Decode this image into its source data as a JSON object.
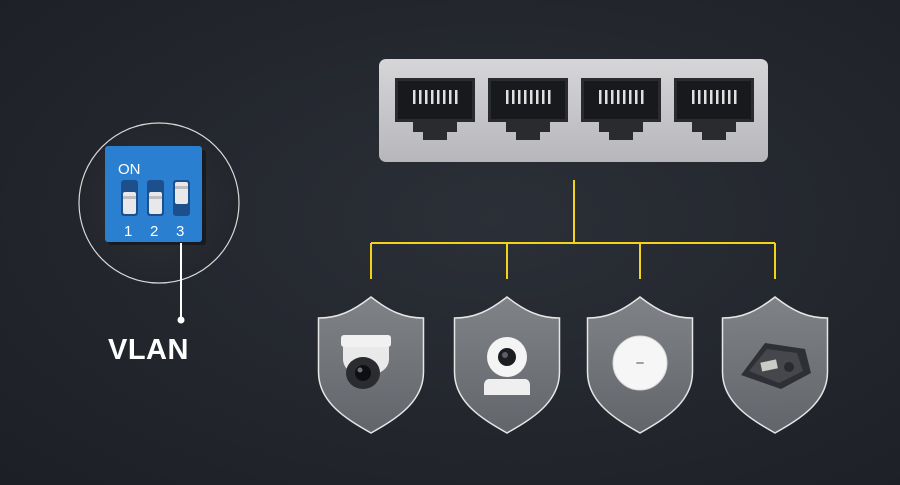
{
  "dip_switch": {
    "on_label": "ON",
    "numbers": [
      "1",
      "2",
      "3"
    ],
    "color": "#2a7fd0"
  },
  "vlan_label": "VLAN",
  "switch": {
    "port_count": 4,
    "body_color": "#c8c8cc"
  },
  "connector_color": "#f2d21b",
  "devices": [
    {
      "name": "dome-camera-icon"
    },
    {
      "name": "ptz-camera-icon"
    },
    {
      "name": "access-point-icon"
    },
    {
      "name": "conference-phone-icon"
    }
  ]
}
